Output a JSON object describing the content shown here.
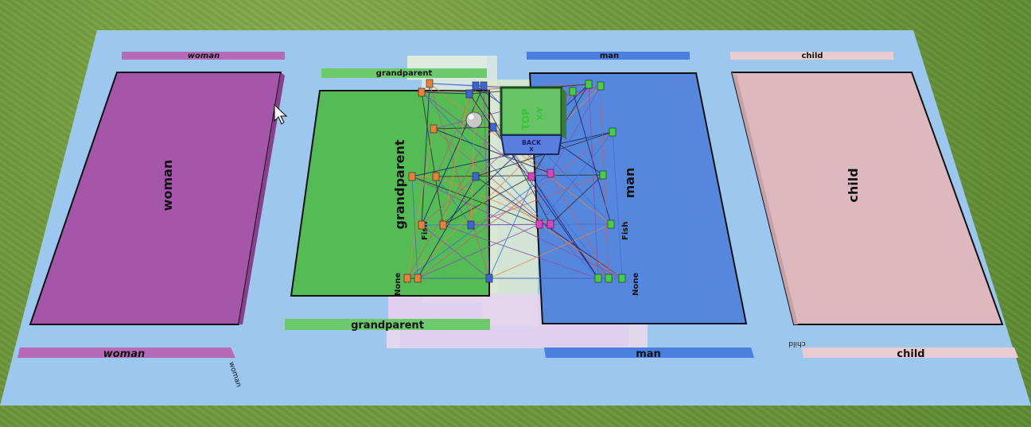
{
  "colors": {
    "floor": "#9cc8ef",
    "grass": "#6f9a3c",
    "woman": "#a656a8",
    "grandparent": "#55bb55",
    "man": "#5588dd",
    "child": "#ddb8be",
    "node_orange": "#e8823a",
    "node_blue": "#3a66d6",
    "node_pink": "#e040c8",
    "node_green": "#44d040"
  },
  "regions": {
    "woman": {
      "label": "woman",
      "top_bar": "woman",
      "bottom_bar": "woman",
      "side_bar": "woman"
    },
    "grandparent": {
      "label": "grandparent",
      "top_bar": "grandparent",
      "bottom_bar": "grandparent",
      "axis_fish": "Fish",
      "axis_none": "None"
    },
    "man": {
      "label": "man",
      "top_bar": "man",
      "bottom_bar": "man",
      "axis_fish": "Fish",
      "axis_none": "None"
    },
    "child": {
      "label": "child",
      "top_bar": "child",
      "bottom_bar": "child",
      "side_bar": "child"
    }
  },
  "view_cube": {
    "top": "TOP",
    "top_sub": "X-Y",
    "back": "BACK",
    "back_sub": "X",
    "icon": "view-orientation-cube-icon"
  },
  "cursor": {
    "icon": "mouse-pointer-icon"
  },
  "sphere": {
    "icon": "sphere-marker-icon"
  }
}
